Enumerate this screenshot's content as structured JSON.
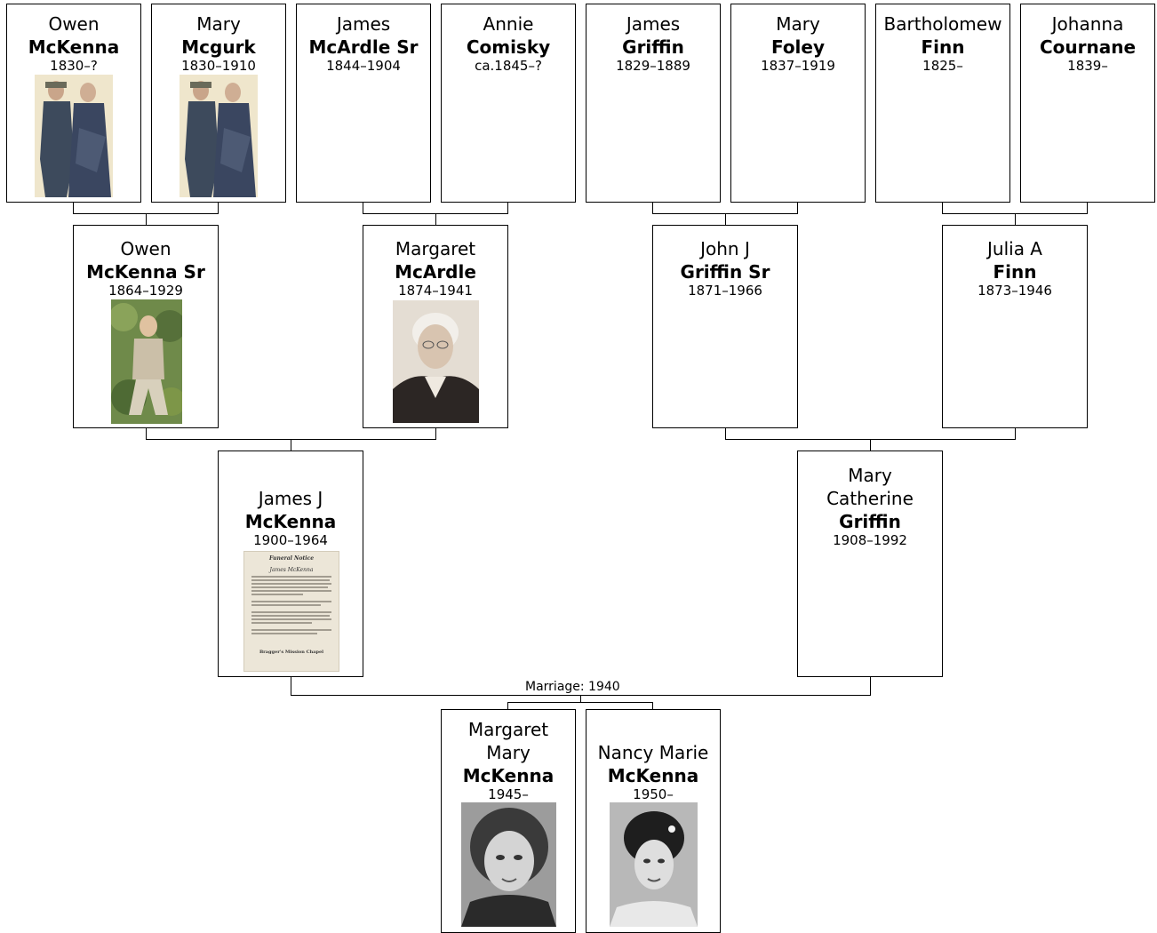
{
  "people": {
    "owen_sr_sr": {
      "given": "Owen",
      "surname": "McKenna",
      "years": "1830–?"
    },
    "mary_mcgurk": {
      "given": "Mary",
      "surname": "Mcgurk",
      "years": "1830–1910"
    },
    "james_mcardle": {
      "given": "James",
      "surname": "McArdle Sr",
      "years": "1844–1904"
    },
    "annie_comisky": {
      "given": "Annie",
      "surname": "Comisky",
      "years": "ca.1845–?"
    },
    "james_griffin": {
      "given": "James",
      "surname": "Griffin",
      "years": "1829–1889"
    },
    "mary_foley": {
      "given": "Mary",
      "surname": "Foley",
      "years": "1837–1919"
    },
    "bartholomew_finn": {
      "given": "Bartholomew",
      "surname": "Finn",
      "years": "1825–"
    },
    "johanna_cournane": {
      "given": "Johanna",
      "surname": "Cournane",
      "years": "1839–"
    },
    "owen_mckenna_sr": {
      "given": "Owen",
      "surname": "McKenna Sr",
      "years": "1864–1929"
    },
    "margaret_mcardle": {
      "given": "Margaret",
      "surname": "McArdle",
      "years": "1874–1941"
    },
    "john_griffin_sr": {
      "given": "John J",
      "surname": "Griffin Sr",
      "years": "1871–1966"
    },
    "julia_finn": {
      "given": "Julia A",
      "surname": "Finn",
      "years": "1873–1946"
    },
    "james_j_mckenna": {
      "given": "James J",
      "surname": "McKenna",
      "years": "1900–1964"
    },
    "mary_catherine_griffin": {
      "given_line1": "Mary",
      "given_line2": "Catherine",
      "surname": "Griffin",
      "years": "1908–1992"
    },
    "margaret_mary_mckenna": {
      "given_line1": "Margaret",
      "given_line2": "Mary",
      "surname": "McKenna",
      "years": "1945–"
    },
    "nancy_marie_mckenna": {
      "given": "Nancy Marie",
      "surname": "McKenna",
      "years": "1950–"
    }
  },
  "marriage_label": "Marriage: 1940",
  "funeral_notice": {
    "heading": "Funeral Notice",
    "name": "James McKenna",
    "chapel": "Bragger's Mission Chapel"
  }
}
